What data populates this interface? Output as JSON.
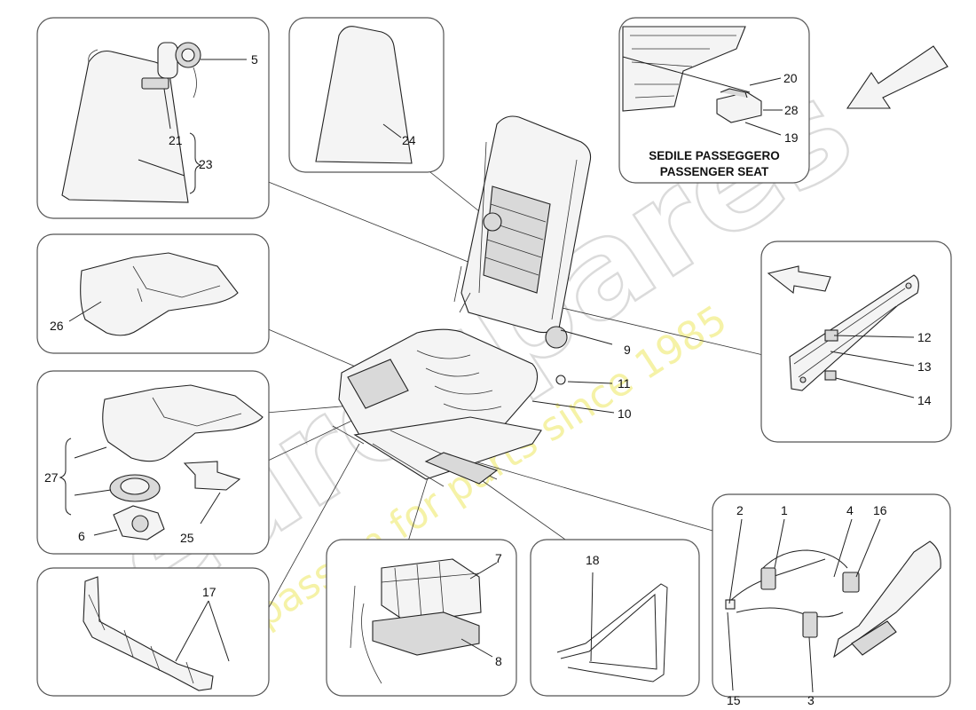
{
  "callouts": {
    "c1": "1",
    "c2": "2",
    "c3": "3",
    "c4": "4",
    "c5": "5",
    "c6": "6",
    "c7": "7",
    "c8": "8",
    "c9": "9",
    "c10": "10",
    "c11": "11",
    "c12": "12",
    "c13": "13",
    "c14": "14",
    "c15": "15",
    "c16": "16",
    "c17": "17",
    "c18": "18",
    "c19": "19",
    "c20": "20",
    "c21": "21",
    "c23": "23",
    "c24": "24",
    "c25": "25",
    "c26": "26",
    "c27": "27",
    "c28": "28"
  },
  "passenger_caption": {
    "line1": "SEDILE PASSEGGERO",
    "line2": "PASSENGER SEAT"
  },
  "watermark": {
    "brand": "eurospares",
    "slogan": "a passion for parts since 1985"
  }
}
